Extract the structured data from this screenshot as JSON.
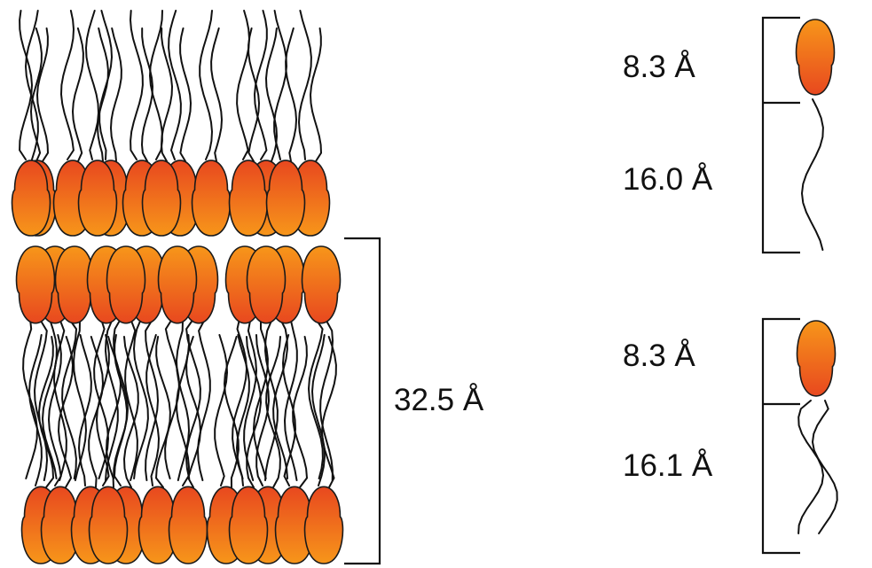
{
  "labels": {
    "bilayer_thickness": "32.5 Å",
    "top_lipid_head": "8.3 Å",
    "top_lipid_tail": "16.0 Å",
    "bottom_lipid_head": "8.3 Å",
    "bottom_lipid_tail": "16.1 Å"
  },
  "colors": {
    "head_top": "#e8481f",
    "head_bottom": "#f7961a",
    "head_outline": "#1a1a1a",
    "tail": "#111111",
    "bracket": "#111111"
  }
}
